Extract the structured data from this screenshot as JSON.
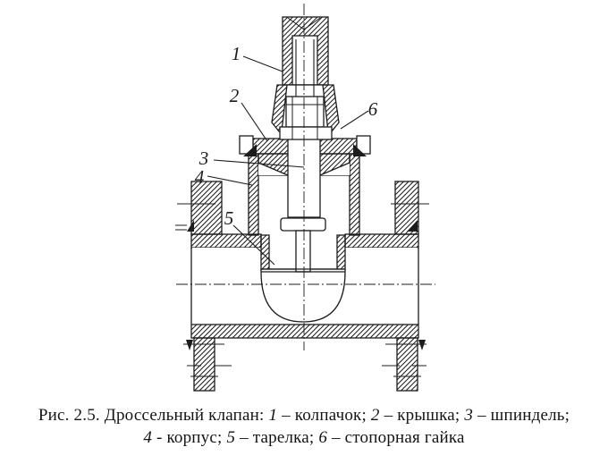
{
  "figure": {
    "number_labels": {
      "n1": "1",
      "n2": "2",
      "n3": "3",
      "n4": "4",
      "n5": "5",
      "n6": "6"
    },
    "parts": [
      {
        "num": "1",
        "name": "колпачок"
      },
      {
        "num": "2",
        "name": "крышка"
      },
      {
        "num": "3",
        "name": "шпиндель"
      },
      {
        "num": "4",
        "name": "корпус"
      },
      {
        "num": "5",
        "name": "тарелка"
      },
      {
        "num": "6",
        "name": "стопорная гайка"
      }
    ],
    "caption": {
      "line1": [
        {
          "t": "Рис. 2.5. Дроссельный клапан: "
        },
        {
          "t": "1",
          "i": true
        },
        {
          "t": " –  колпачок; "
        },
        {
          "t": "2",
          "i": true
        },
        {
          "t": " – крышка; "
        },
        {
          "t": "3",
          "i": true
        },
        {
          "t": " – шпиндель;"
        }
      ],
      "line2": [
        {
          "t": "4",
          "i": true
        },
        {
          "t": " - корпус; "
        },
        {
          "t": "5",
          "i": true
        },
        {
          "t": " – тарелка; "
        },
        {
          "t": "6",
          "i": true
        },
        {
          "t": " – стопорная гайка"
        }
      ]
    },
    "colors": {
      "ink": "#1c1c1c",
      "background": "#ffffff"
    }
  }
}
